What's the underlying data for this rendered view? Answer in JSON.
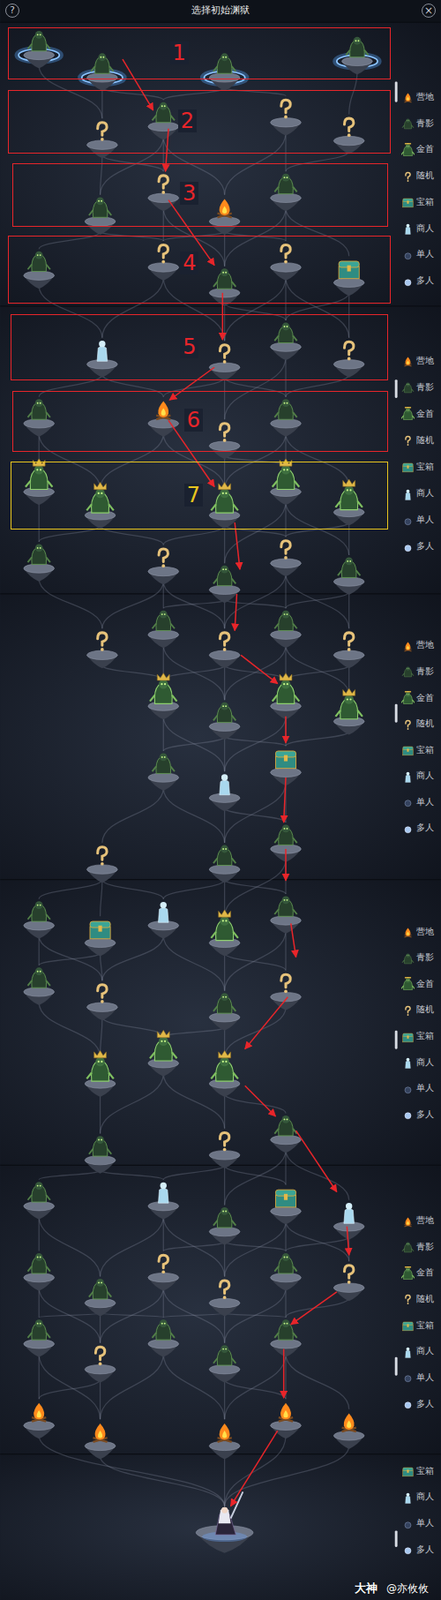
{
  "diagram": {
    "title": "选择初始渊狱",
    "nodes": [
      {
        "text": [
          "1"
        ]
      },
      {
        "text": [
          "2"
        ]
      },
      {
        "text": [
          "3"
        ]
      },
      {
        "text": [
          "4"
        ]
      },
      {
        "text": [
          "5"
        ]
      },
      {
        "text": [
          "6"
        ]
      },
      {
        "text": [
          "7"
        ]
      }
    ],
    "labels": [
      "?",
      "×",
      "大神",
      "@亦攸攸"
    ],
    "legend": [
      {
        "text": "营地"
      },
      {
        "text": "青影"
      },
      {
        "text": "金首"
      },
      {
        "text": "随机"
      },
      {
        "text": "宝箱"
      },
      {
        "text": "商人"
      },
      {
        "text": "单人"
      },
      {
        "text": "多人"
      },
      {
        "text": "营地"
      },
      {
        "text": "青影"
      },
      {
        "text": "金首"
      },
      {
        "text": "随机"
      },
      {
        "text": "宝箱"
      },
      {
        "text": "商人"
      },
      {
        "text": "单人"
      },
      {
        "text": "多人"
      },
      {
        "text": "营地"
      },
      {
        "text": "青影"
      },
      {
        "text": "金首"
      },
      {
        "text": "随机"
      },
      {
        "text": "宝箱"
      },
      {
        "text": "商人"
      },
      {
        "text": "单人"
      },
      {
        "text": "多人"
      },
      {
        "text": "营地"
      },
      {
        "text": "青影"
      },
      {
        "text": "金首"
      },
      {
        "text": "随机"
      },
      {
        "text": "宝箱"
      },
      {
        "text": "商人"
      },
      {
        "text": "单人"
      },
      {
        "text": "多人"
      },
      {
        "text": "营地"
      },
      {
        "text": "青影"
      },
      {
        "text": "金首"
      },
      {
        "text": "随机"
      },
      {
        "text": "宝箱"
      },
      {
        "text": "商人"
      },
      {
        "text": "单人"
      },
      {
        "text": "多人"
      },
      {
        "text": "宝箱"
      },
      {
        "text": "商人"
      },
      {
        "text": "单人"
      },
      {
        "text": "多人"
      }
    ]
  }
}
